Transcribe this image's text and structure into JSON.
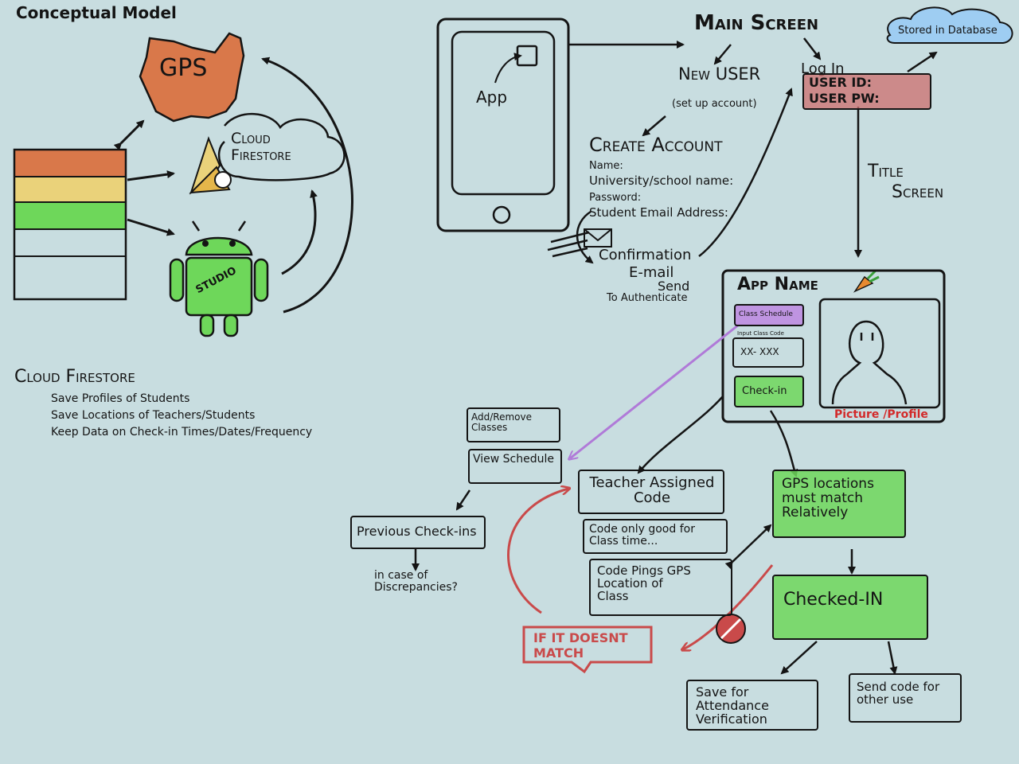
{
  "conceptual_model": {
    "title": "Conceptual Model",
    "gps_label": "GPS",
    "cloud_firestore_label": "Cloud Firestore",
    "studio_label": "STUDIO",
    "notes_heading": "Cloud Firestore",
    "notes": [
      "Save Profiles of Students",
      "Save Locations of Teachers/Students",
      "Keep Data on Check-in Times/Dates/Frequency"
    ]
  },
  "flow": {
    "app_label": "App",
    "main_screen": "Main Screen",
    "new_user": "New USER",
    "setup_account": "(set up account)",
    "login": "Log In",
    "user_id": "USER ID:",
    "user_pw": "USER PW:",
    "stored_in_db": "Stored in Database",
    "create_account": "Create Account",
    "form_fields": [
      "Name:",
      "University/school name:",
      "Password:",
      "Student Email Address:"
    ],
    "confirmation_email": [
      "Confirmation",
      "E-mail",
      "Send"
    ],
    "to_authenticate": "To Authenticate",
    "title_screen": [
      "Title",
      "Screen"
    ]
  },
  "app_screen": {
    "app_name": "App Name",
    "class_schedule": "Class Schedule",
    "input_class_code": "Input Class Code",
    "code_placeholder": "XX- XXX",
    "check_in": "Check-in",
    "picture_profile": "Picture /Profile"
  },
  "lower_flow": {
    "add_remove_classes": "Add/Remove Classes",
    "view_schedule": "View Schedule",
    "previous_checkins": "Previous Check-ins",
    "in_case_discrepancies": "in case of Discrepancies?",
    "teacher_code": "Teacher Assigned Code",
    "code_good": "Code only good for Class time...",
    "code_pings": "Code Pings GPS Location of Class",
    "gps_match": "GPS locations must match Relatively",
    "if_not_match": "IF IT DOESNT MATCH",
    "checked_in": "Checked-IN",
    "save_attendance": "Save for Attendance Verification",
    "send_code": "Send code for other use"
  },
  "colors": {
    "background": "#c8dde0",
    "ink": "#141414",
    "gps_orange": "#d9784a",
    "green": "#6ed75a",
    "purple": "#be8ce1",
    "red": "#c94a4a",
    "yellow": "#ead27a",
    "cloud_blue": "#9ecdf2"
  }
}
